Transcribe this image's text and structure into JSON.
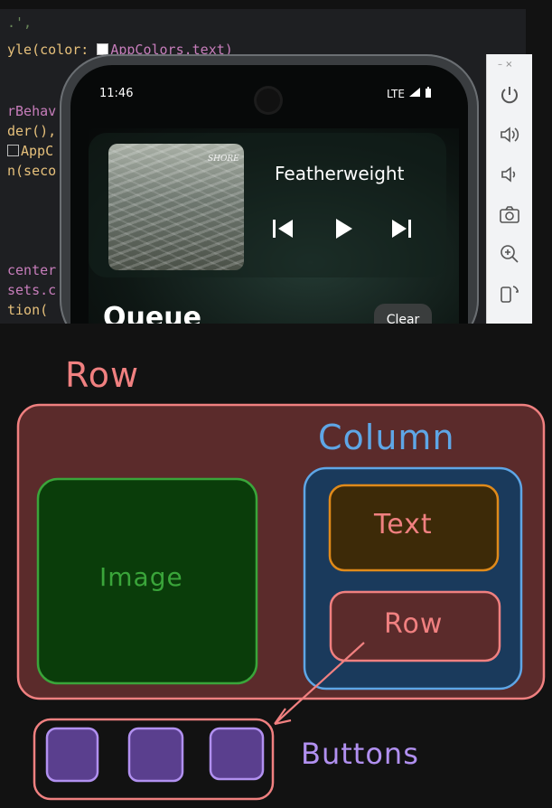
{
  "screenshot": {
    "code_lines": [
      {
        "text": ".',"
      },
      {
        "text": "yle(color: ",
        "extra": "AppColors.text)"
      },
      {
        "text": ""
      },
      {
        "text": "rBehav"
      },
      {
        "text": "der(),"
      },
      {
        "text": "AppC"
      },
      {
        "text": "n(seco"
      },
      {
        "text": ""
      },
      {
        "text": ""
      },
      {
        "text": "center"
      },
      {
        "text": "sets.c"
      },
      {
        "text": "tion("
      }
    ],
    "phone": {
      "time": "11:46",
      "network": "LTE",
      "album_art_title": "SHORE",
      "song_title": "Featherweight",
      "queue_heading": "Queue",
      "clear_button": "Clear"
    },
    "toolbar_icons": [
      "power-icon",
      "volume-up-icon",
      "volume-down-icon",
      "camera-icon",
      "zoom-in-icon",
      "rotate-icon"
    ],
    "toolbar_window_controls": "–   ×"
  },
  "diagram": {
    "outer_label": "Row",
    "column_label": "Column",
    "image_label": "Image",
    "text_label": "Text",
    "inner_row_label": "Row",
    "buttons_label": "Buttons",
    "colors": {
      "row_stroke": "#f08080",
      "row_fill": "#5b2b2b",
      "column_stroke": "#5ea6e6",
      "column_fill": "#1a3a5c",
      "image_stroke": "#3aa53a",
      "image_fill": "#0a3d0a",
      "text_stroke": "#e08a1a",
      "text_fill": "#3d2a08",
      "button_stroke": "#b190f0",
      "button_fill": "#5a3f8e"
    }
  }
}
